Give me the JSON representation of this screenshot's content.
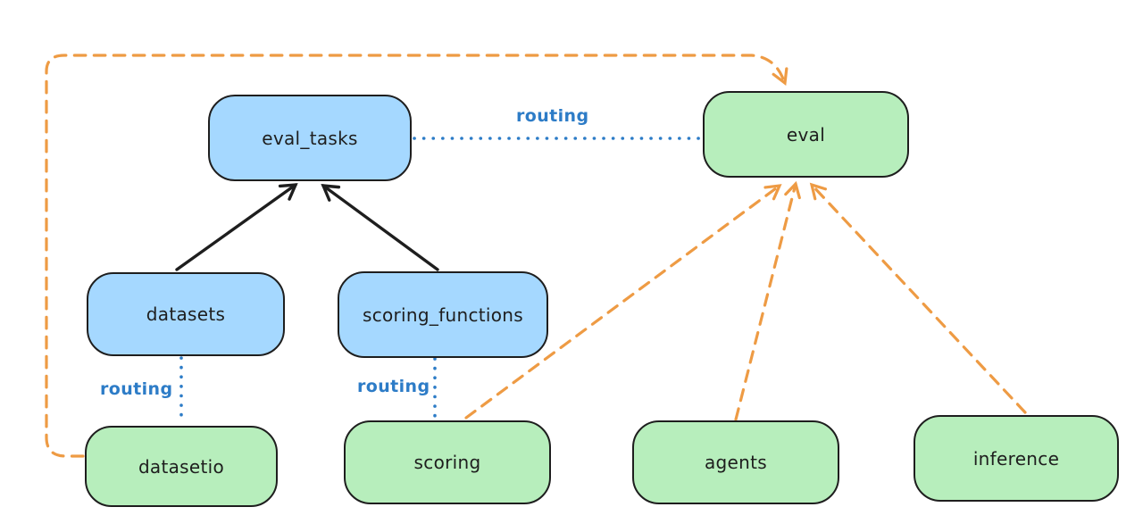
{
  "colors": {
    "background": "#ffffff",
    "node_blue_fill": "#a5d8ff",
    "node_green_fill": "#b7eebc",
    "node_stroke": "#1e1e1e",
    "solid_arrow": "#1e1e1e",
    "routing_blue": "#2d7cc7",
    "provider_orange": "#ee9b44"
  },
  "nodes": {
    "eval_tasks": {
      "label": "eval_tasks"
    },
    "eval": {
      "label": "eval"
    },
    "datasets": {
      "label": "datasets"
    },
    "scoring_functions": {
      "label": "scoring_functions"
    },
    "datasetio": {
      "label": "datasetio"
    },
    "scoring": {
      "label": "scoring"
    },
    "agents": {
      "label": "agents"
    },
    "inference": {
      "label": "inference"
    }
  },
  "edges": [
    {
      "from": "datasets",
      "to": "eval_tasks",
      "style": "solid-arrow",
      "color": "#1e1e1e",
      "label": ""
    },
    {
      "from": "scoring_functions",
      "to": "eval_tasks",
      "style": "solid-arrow",
      "color": "#1e1e1e",
      "label": ""
    },
    {
      "from": "eval_tasks",
      "to": "eval",
      "style": "dotted",
      "color": "#2d7cc7",
      "label": "routing"
    },
    {
      "from": "datasets",
      "to": "datasetio",
      "style": "dotted",
      "color": "#2d7cc7",
      "label": "routing"
    },
    {
      "from": "scoring_functions",
      "to": "scoring",
      "style": "dotted",
      "color": "#2d7cc7",
      "label": "routing"
    },
    {
      "from": "datasetio",
      "to": "eval",
      "style": "dashed-arrow",
      "color": "#ee9b44",
      "label": ""
    },
    {
      "from": "scoring",
      "to": "eval",
      "style": "dashed-arrow",
      "color": "#ee9b44",
      "label": ""
    },
    {
      "from": "agents",
      "to": "eval",
      "style": "dashed-arrow",
      "color": "#ee9b44",
      "label": ""
    },
    {
      "from": "inference",
      "to": "eval",
      "style": "dashed-arrow",
      "color": "#ee9b44",
      "label": ""
    }
  ]
}
